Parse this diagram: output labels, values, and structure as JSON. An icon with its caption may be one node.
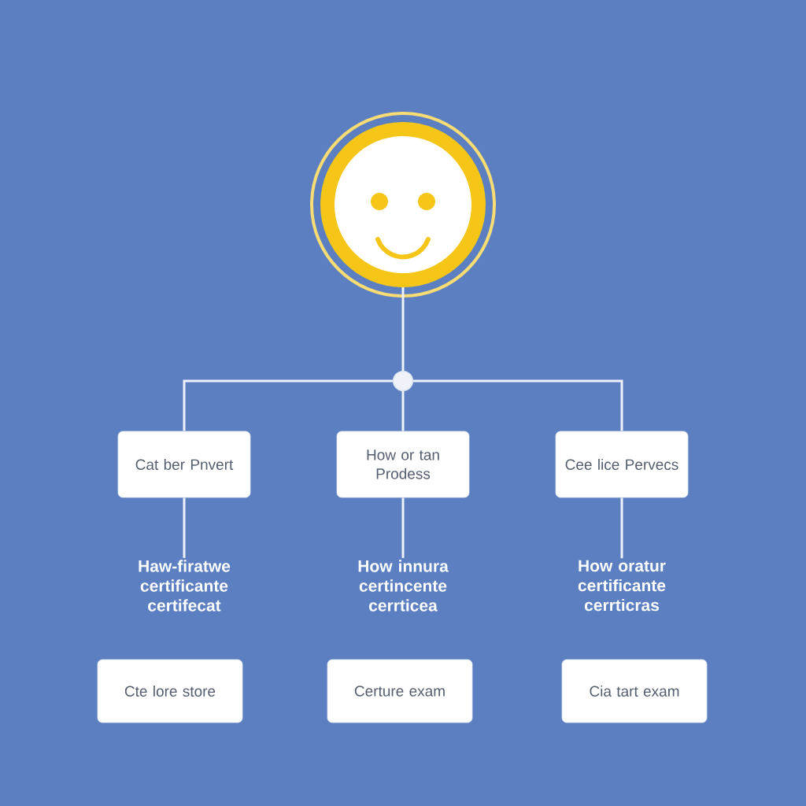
{
  "diagram": {
    "nodes": [
      {
        "text": [],
        "shape": "circle"
      },
      {
        "text": [],
        "shape": "circle"
      },
      {
        "text": [
          "Cat ber Pnvert"
        ]
      },
      {
        "text": [
          "How or tan Prodess"
        ]
      },
      {
        "text": [
          "Cee lice Pervecs"
        ]
      },
      {
        "text": [
          "Haw-firatwe certificante certifecat"
        ]
      },
      {
        "text": [
          "How innura certincente cerrticea"
        ]
      },
      {
        "text": [
          "How oratur certificante cerrticras"
        ]
      },
      {
        "text": [
          "Cte lore store"
        ]
      },
      {
        "text": [
          "Certure exam"
        ]
      },
      {
        "text": [
          "Cia tart exam"
        ]
      }
    ],
    "edges": [
      {
        "from": 0,
        "to": 1,
        "arrow": "none"
      },
      {
        "from": 1,
        "to": 2,
        "arrow": "none"
      },
      {
        "from": 1,
        "to": 3,
        "arrow": "none"
      },
      {
        "from": 1,
        "to": 4,
        "arrow": "none"
      },
      {
        "from": 2,
        "to": 5,
        "arrow": "none"
      },
      {
        "from": 3,
        "to": 6,
        "arrow": "none"
      },
      {
        "from": 4,
        "to": 7,
        "arrow": "none"
      }
    ]
  }
}
